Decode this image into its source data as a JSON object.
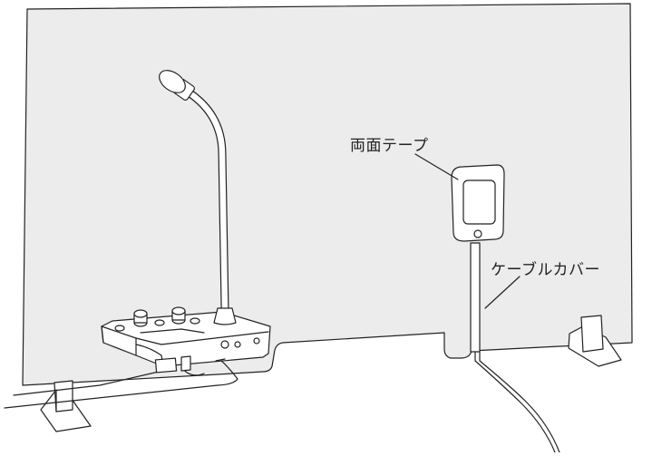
{
  "labels": {
    "tape": "両面テープ",
    "cable_cover": "ケーブルカバー"
  },
  "colors": {
    "panel": "#ececec",
    "line": "#222222",
    "white": "#ffffff"
  },
  "items": {
    "panel": "acrylic-partition-panel",
    "microphone": "gooseneck-microphone",
    "base_unit": "intercom-base-unit",
    "adapter": "ac-adapter",
    "cover": "cable-cover",
    "feet": "panel-stand-feet"
  }
}
